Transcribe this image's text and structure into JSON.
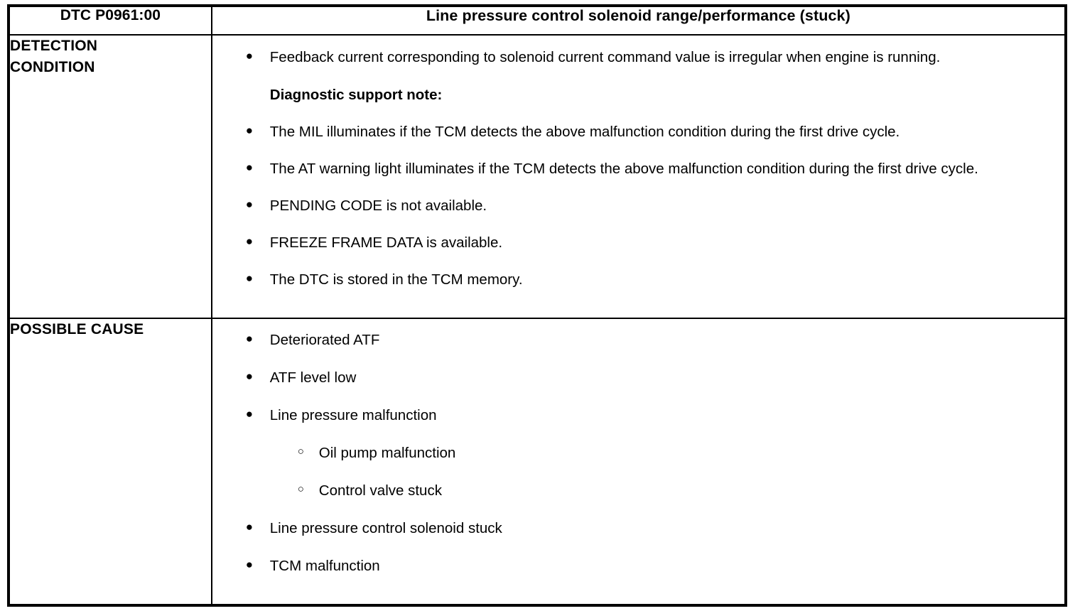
{
  "header": {
    "code_label": "DTC P0961:00",
    "title": "Line pressure control solenoid range/performance (stuck)"
  },
  "rows": [
    {
      "label": "DETECTION\nCONDITION",
      "label_line1": "DETECTION",
      "label_line2": "CONDITION",
      "items": [
        {
          "type": "bullet",
          "marker": "filled-bullet",
          "text": "Feedback current corresponding to solenoid current command value is irregular when engine is running."
        },
        {
          "type": "heading",
          "text": "Diagnostic support note:"
        },
        {
          "type": "bullet",
          "marker": "filled-bullet",
          "text": "The MIL illuminates if the TCM detects the above malfunction condition during the first drive cycle."
        },
        {
          "type": "bullet",
          "marker": "filled-bullet",
          "text": "The AT warning light illuminates if the TCM detects the above malfunction condition during the first drive cycle."
        },
        {
          "type": "bullet",
          "marker": "filled-bullet",
          "text": "PENDING CODE is not available."
        },
        {
          "type": "bullet",
          "marker": "filled-bullet",
          "text": "FREEZE FRAME DATA is available."
        },
        {
          "type": "bullet",
          "marker": "filled-bullet",
          "text": "The DTC is stored in the TCM memory."
        }
      ]
    },
    {
      "label": "POSSIBLE CAUSE",
      "label_line1": "POSSIBLE CAUSE",
      "label_line2": "",
      "items": [
        {
          "type": "bullet",
          "marker": "filled-bullet",
          "text": "Deteriorated ATF"
        },
        {
          "type": "bullet",
          "marker": "filled-bullet",
          "text": "ATF level low"
        },
        {
          "type": "bullet",
          "marker": "filled-bullet",
          "text": "Line pressure malfunction"
        },
        {
          "type": "subbullet",
          "marker": "hollow-bullet",
          "text": "Oil pump malfunction"
        },
        {
          "type": "subbullet",
          "marker": "hollow-bullet",
          "text": "Control valve stuck"
        },
        {
          "type": "bullet",
          "marker": "filled-bullet",
          "text": "Line pressure control solenoid stuck"
        },
        {
          "type": "bullet",
          "marker": "filled-bullet",
          "text": "TCM malfunction"
        }
      ]
    }
  ],
  "markers": {
    "filled-bullet": "●",
    "hollow-bullet": "○"
  },
  "colors": {
    "text": "#000000",
    "background": "#ffffff",
    "border": "#000000"
  }
}
